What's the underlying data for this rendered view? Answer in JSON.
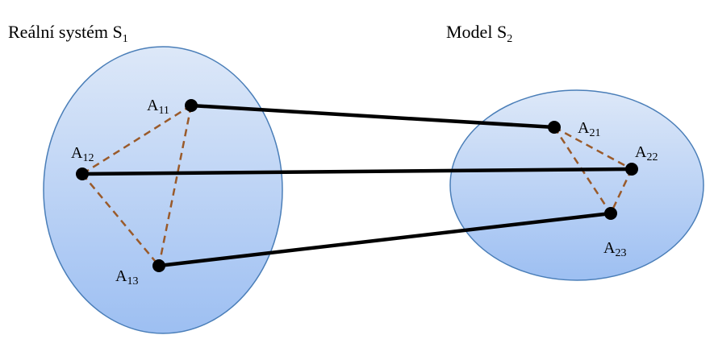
{
  "systems": [
    {
      "id": "s1",
      "title": "Reální systém S",
      "subscript": "1"
    },
    {
      "id": "s2",
      "title": "Model S",
      "subscript": "2"
    }
  ],
  "nodes": [
    {
      "id": "a11",
      "letter": "A",
      "subscript": "11"
    },
    {
      "id": "a12",
      "letter": "A",
      "subscript": "12"
    },
    {
      "id": "a13",
      "letter": "A",
      "subscript": "13"
    },
    {
      "id": "a21",
      "letter": "A",
      "subscript": "21"
    },
    {
      "id": "a22",
      "letter": "A",
      "subscript": "22"
    },
    {
      "id": "a23",
      "letter": "A",
      "subscript": "23"
    }
  ],
  "internal_relations": [
    {
      "from": "a11",
      "to": "a12"
    },
    {
      "from": "a11",
      "to": "a13"
    },
    {
      "from": "a12",
      "to": "a13"
    },
    {
      "from": "a21",
      "to": "a22"
    },
    {
      "from": "a21",
      "to": "a23"
    },
    {
      "from": "a22",
      "to": "a23"
    }
  ],
  "mappings": [
    {
      "from": "a11",
      "to": "a21"
    },
    {
      "from": "a12",
      "to": "a22"
    },
    {
      "from": "a13",
      "to": "a23"
    }
  ],
  "colors": {
    "ellipse_top": "#dde8f8",
    "ellipse_bottom": "#9dbff2",
    "ellipse_stroke": "#4a7eb8",
    "dashed_relation": "#9a5a2a",
    "mapping_line": "#000000",
    "node_fill": "#000000"
  }
}
